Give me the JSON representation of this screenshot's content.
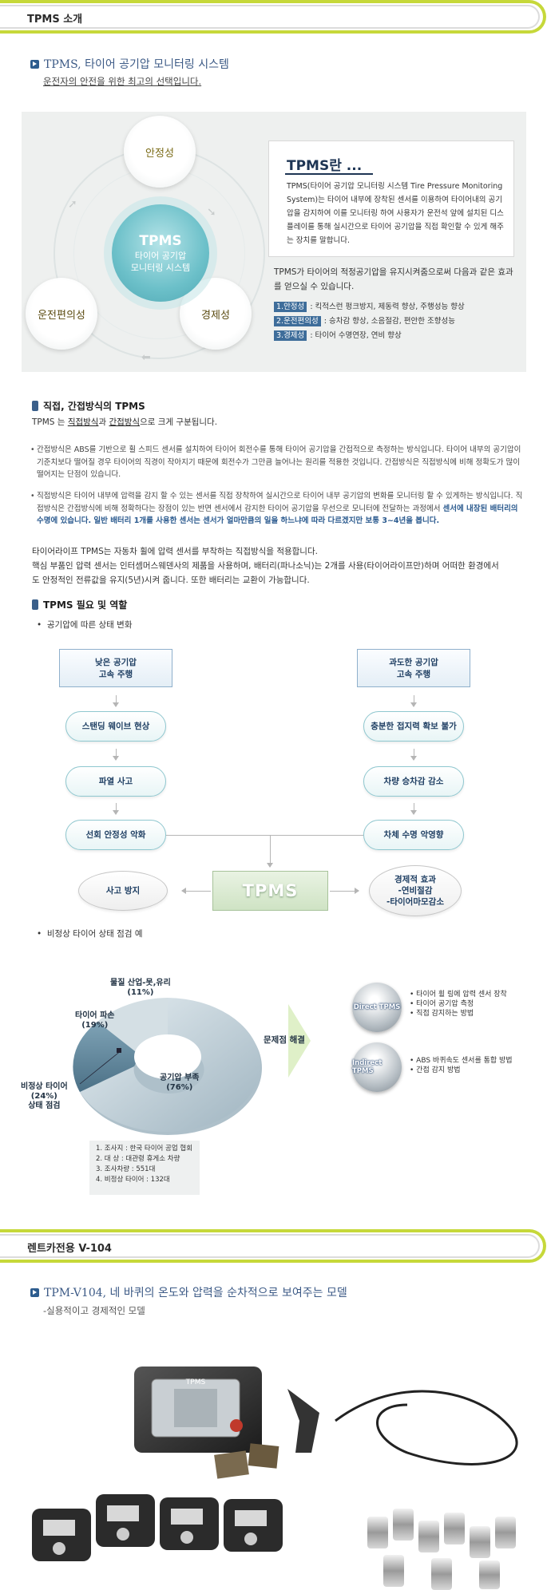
{
  "sections": {
    "intro_label": "TPMS 소개",
    "rental_label": "렌트카전용  V-104"
  },
  "intro": {
    "headline": "TPMS, 타이어 공기압 모니터링 시스템",
    "subline": "운전자의 안전을 위한 최고의 선택입니다.",
    "circle_top": "안정성",
    "circle_left": "운전편의성",
    "circle_right": "경제성",
    "center_title": "TPMS",
    "center_sub1": "타이어 공기압",
    "center_sub2": "모니터링 시스템",
    "box_title": "TPMS란 ...",
    "box_desc": "TPMS(타이어 공기압 모니터링 시스템 Tire Pressure Monitoring System)는 타이어 내부에 장착된 센서를 이용하여 타이어내의 공기압을 감지하여 이를 모니터링 하여 사용자가 운전석 앞에 설치된 디스플레이를 통해 실시간으로 타이어 공기압을 직접 확인할 수 있게 해주는 장치를 말합니다.",
    "after_text": "TPMS가 타이어의 적정공기압을 유지시켜줌으로써 다음과 같은 효과를 얻으실 수 있습니다.",
    "effects": [
      {
        "tag": "1.안정성",
        "text": " : 킥적스런 펑크방지, 제동력 향상, 주행성능 향상"
      },
      {
        "tag": "2.운전편의성",
        "text": " : 승차감 향상, 소음절감, 편안한 조향성능"
      },
      {
        "tag": "3.경제성",
        "text": " : 타이어 수명연장, 연비 향상"
      }
    ]
  },
  "methods": {
    "title": "직접, 간접방식의 TPMS",
    "lead_pre": "TPMS 는 ",
    "lead_u1": "직접방식",
    "lead_mid": "과 ",
    "lead_u2": "간접방식",
    "lead_post": "으로 크게 구분됩니다.",
    "indirect_text": "간접방식은 ABS를 기반으로 휠 스피드 센서를 설치하여 타이어 회전수를 통해 타이어 공기압을 간접적으로 측정하는 방식입니다. 타이어 내부의 공기압이 기준치보다 떨어질 경우 타이어의 직경이 작아지기 때문에 회전수가 그만큼 늘어나는 원리를 적용한 것입니다. 간접방식은 직접방식에 비해 정확도가 많이 떨어지는 단점이 있습니다.",
    "direct_text": "직접방식은 타이어 내부에 압력을 감지 할 수 있는 센서를 직접 장착하여 실시간으로 타이어 내부 공기압의 변화를 모니터링 할 수 있게하는 방식입니다. 직접방식은 간접방식에 비해 정확하다는 장점이 있는 반면 센서에서 감지한 타이어 공기압을 무선으로 모니터에 전달하는 과정에서 ",
    "direct_highlight": "센서에 내장된 배터리의 수명에 있습니다. 일반 배터리 1개를 사용한 센서는 센서가 얼마만큼의 일을 하느냐에 따라 다르겠지만 보통 3~4년을 봅니다.",
    "p1": "타이어라이프 TPMS는 자동차 휠에 압력 센서를 부착하는 직접방식을 적용합니다.",
    "p2": "핵심 부품인 압력 센서는  인터셈머스웨덴사의 제품을 사용하며, 배터리(파나소닉)는 2개를 사용(타이어라이프만)하며 어떠한 환경에서",
    "p3": "도 안정적인 전류값을 유지(5년)시켜 줍니다. 또한 배터리는 교환이 가능합니다."
  },
  "role": {
    "title": "TPMS 필요 및 역할",
    "bullet1": "공기압에 따른 상태 변화",
    "left_top1": "낮은 공기압",
    "left_top2": "고속 주행",
    "right_top1": "과도한 공기압",
    "right_top2": "고속 주행",
    "left_steps": [
      "스탠딩 웨이브 현상",
      "파열 사고",
      "선회 안정성 악화"
    ],
    "right_steps": [
      "충분한 접지력 확보 불가",
      "차량 승차감 감소",
      "차체 수명 악영향"
    ],
    "center": "TPMS",
    "accident": "사고 방지",
    "econ1": "경제적 효과",
    "econ2": "-연비절감",
    "econ3": "-타이어마모감소",
    "bullet2": "비정상 타이어 상태 점검 예"
  },
  "donut": {
    "lbl_glass1": "물질 산업-못,유리",
    "lbl_glass2": "(11%)",
    "lbl_damage1": "타이어 파손",
    "lbl_damage2": "(19%)",
    "lbl_check1": "비정상 타이어",
    "lbl_check2": "(24%)",
    "lbl_check3": "상태 점검",
    "lbl_low1": "공기압 부족",
    "lbl_low2": "(76%)",
    "survey": [
      "1. 조사지 : 한국 타이어 공업 협회",
      "2. 대  상 : 대관령 휴게소 차량",
      "3. 조사차량 : 551대",
      "4. 비정상 타이어 : 132대"
    ],
    "solve": "문제점 해결",
    "direct_label": "Direct TPMS",
    "direct_points": [
      "타이어 휠 링에 압력 센서 장착",
      "타이어 공기압 측정",
      "직접 감지하는 방법"
    ],
    "indirect_label": "Indirect TPMS",
    "indirect_points": [
      "ABS 바퀴속도 센서를 통합 방법",
      "간접 감지 방법"
    ]
  },
  "product": {
    "headline": "TPM-V104, 네 바퀴의 온도와 압력을 순차적으로 보여주는 모델",
    "subline": "-실용적이고 경제적인 모델",
    "device_logo": "TPMS"
  },
  "colors": {
    "accent_lime": "#c6d83a",
    "navy": "#1f3f63",
    "teal": "#6cc0c9"
  }
}
